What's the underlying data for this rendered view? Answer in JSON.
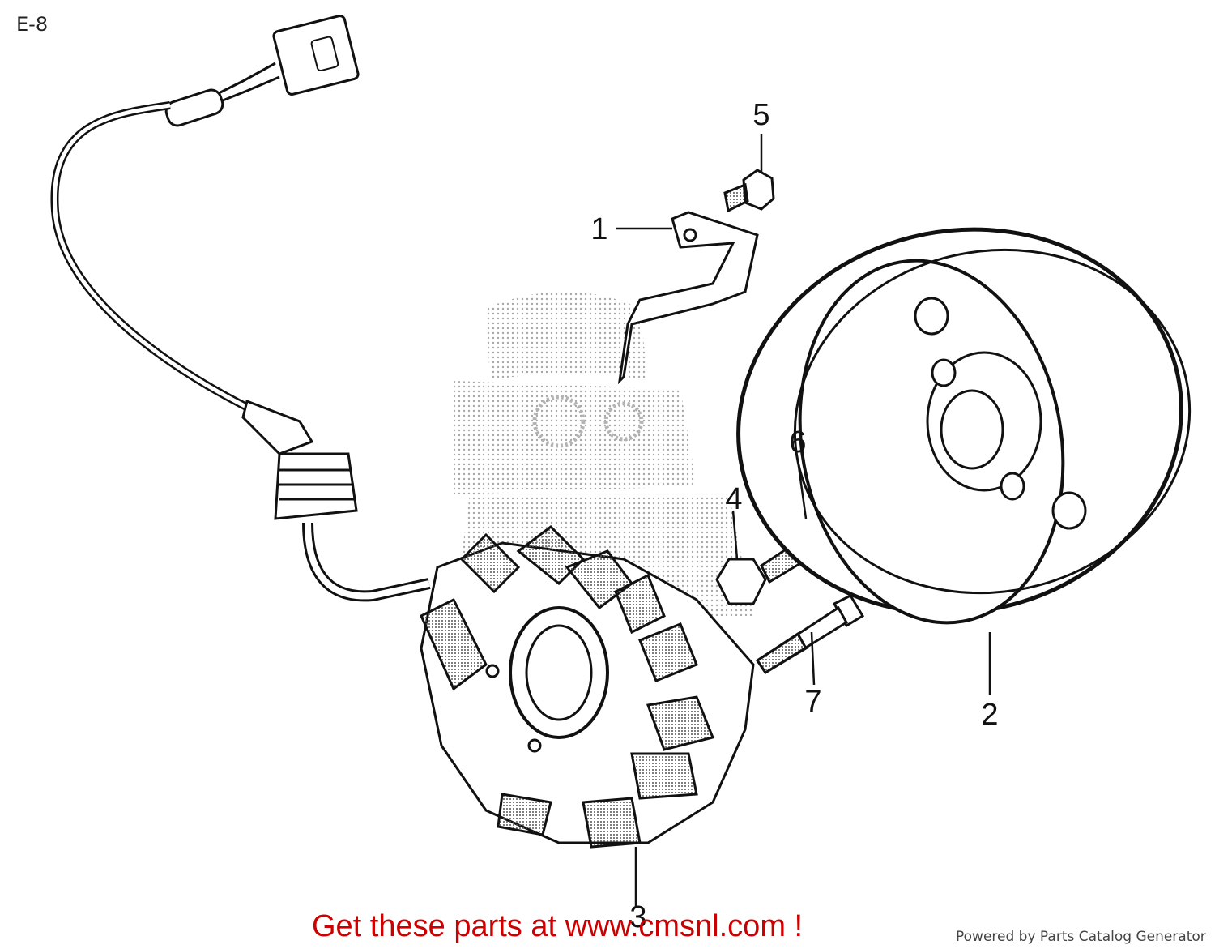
{
  "page": {
    "code": "E-8"
  },
  "callouts": [
    {
      "number": "1",
      "part": "bracket"
    },
    {
      "number": "2",
      "part": "flywheel"
    },
    {
      "number": "3",
      "part": "stator"
    },
    {
      "number": "4",
      "part": "flange-bolt"
    },
    {
      "number": "5",
      "part": "screw"
    },
    {
      "number": "6",
      "part": "washer"
    },
    {
      "number": "7",
      "part": "socket-bolt"
    }
  ],
  "footer": {
    "promo_text": "Get these parts at www.cmsnl.com !",
    "credit_text": "Powered by Parts Catalog Generator"
  },
  "colors": {
    "line": "#111111",
    "watermark": "#9a9a9a",
    "promo": "#cc0000"
  }
}
